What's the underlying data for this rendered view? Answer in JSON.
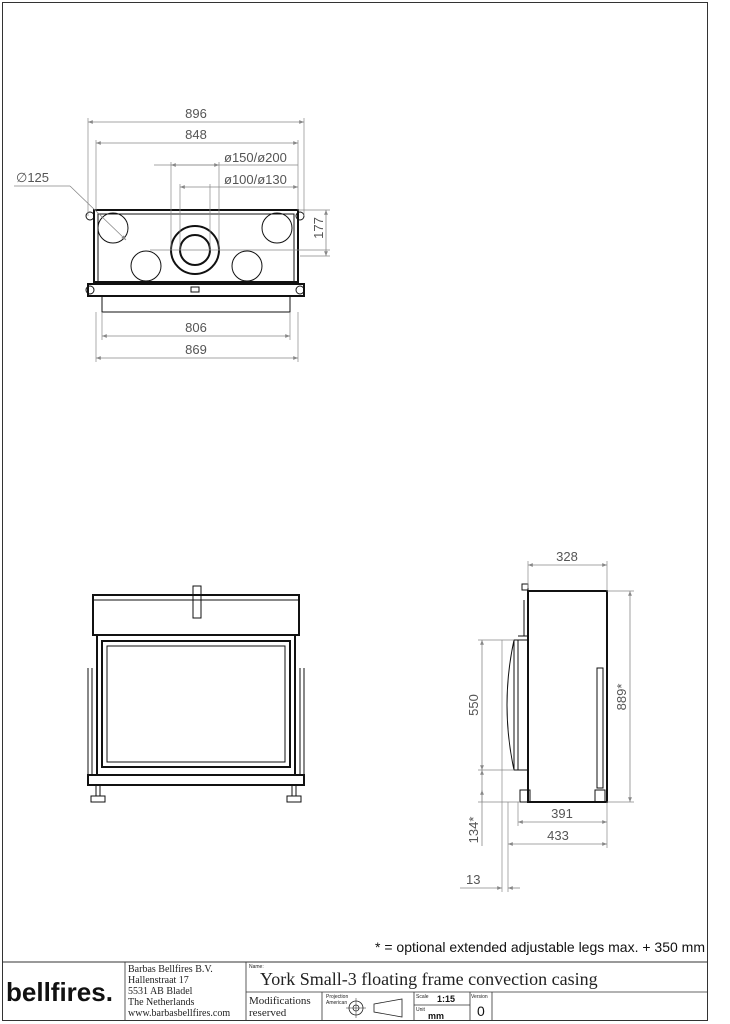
{
  "top_view": {
    "dims": {
      "w896": "896",
      "w848": "848",
      "d150_200": "ø150/ø200",
      "d100_130": "ø100/ø130",
      "d125": "∅125",
      "h177": "177",
      "w806": "806",
      "w869": "869"
    }
  },
  "side_view": {
    "dims": {
      "w328": "328",
      "h550": "550",
      "h889": "889*",
      "w391": "391",
      "h134": "134*",
      "w433": "433",
      "w13": "13"
    }
  },
  "note": "* = optional extended adjustable legs max. + 350 mm",
  "title_block": {
    "logo": "bellfires.",
    "company": "Barbas Bellfires B.V.",
    "street": "Hallenstraat 17",
    "postal": "5531 AB Bladel",
    "country": "The Netherlands",
    "website": "www.barbasbellfires.com",
    "name_label": "Name:",
    "title": "York Small-3 floating frame convection casing",
    "modifications_1": "Modifications",
    "modifications_2": "reserved",
    "projection_label_1": "Projection",
    "projection_label_2": "American",
    "scale_label": "Scale",
    "scale": "1:15",
    "unit_label": "Unit",
    "unit": "mm",
    "version_label": "Version",
    "version": "0"
  }
}
